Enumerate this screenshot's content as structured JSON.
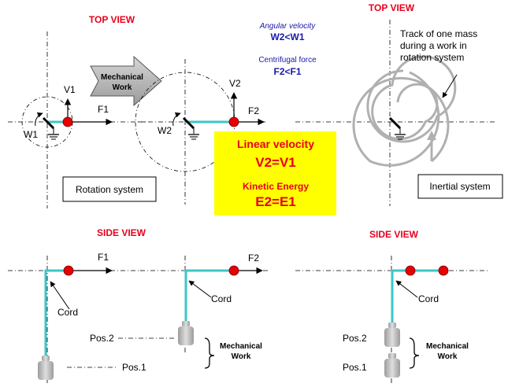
{
  "titles": {
    "top_left": "TOP VIEW",
    "top_right": "TOP VIEW",
    "side_left": "SIDE VIEW",
    "side_right": "SIDE VIEW"
  },
  "info": {
    "angular_velocity_label": "Angular velocity",
    "angular_velocity_relation": "W2<W1",
    "centrifugal_force_label": "Centrifugal force",
    "centrifugal_force_relation": "F2<F1"
  },
  "arrow_label": {
    "line1": "Mechanical",
    "line2": "Work"
  },
  "yellow_box": {
    "linear_velocity_label": "Linear velocity",
    "linear_velocity_relation": "V2=V1",
    "kinetic_energy_label": "Kinetic Energy",
    "kinetic_energy_relation": "E2=E1"
  },
  "top_left": {
    "v_label": "V1",
    "f_label": "F1",
    "w_label": "W1",
    "box_label": "Rotation system"
  },
  "top_middle": {
    "v_label": "V2",
    "f_label": "F2",
    "w_label": "W2"
  },
  "top_right": {
    "track_line1": "Track of one mass",
    "track_line2": "during a work in",
    "track_line3": "rotation system",
    "box_label": "Inertial system"
  },
  "side_left": {
    "f1_label": "F1",
    "f2_label": "F2",
    "cord_label_1": "Cord",
    "cord_label_2": "Cord",
    "pos2_label": "Pos.2",
    "pos1_label": "Pos.1",
    "mech_line1": "Mechanical",
    "mech_line2": "Work"
  },
  "side_right": {
    "cord_label": "Cord",
    "pos2_label": "Pos.2",
    "pos1_label": "Pos.1",
    "mech_line1": "Mechanical",
    "mech_line2": "Work"
  },
  "colors": {
    "title_red": "#e8001c",
    "info_blue": "#1a1aa6",
    "arm_cyan": "#3cc6c6",
    "mass_red": "#e60000",
    "yellow": "#ffff00",
    "arrow_gray": "#b4b4b4",
    "weight_gray": "#c2c2c2"
  }
}
